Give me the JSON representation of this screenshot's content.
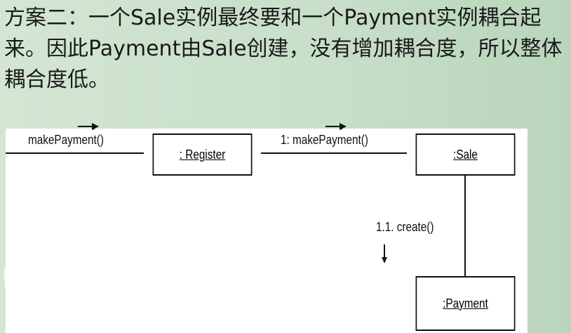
{
  "title": "方案二：一个Sale实例最终要和一个Payment实例耦合起来。因此Payment由Sale创建，没有增加耦合度，所以整体耦合度低。",
  "diagram": {
    "objects": {
      "register": ": Register",
      "sale": ":Sale",
      "payment": ":Payment"
    },
    "messages": {
      "external": "makePayment()",
      "register_to_sale": "1: makePayment()",
      "sale_to_payment": "1.1. create()"
    }
  },
  "colors": {
    "background": "#c7dec8",
    "panel": "#ffffff",
    "ink": "#111111"
  }
}
